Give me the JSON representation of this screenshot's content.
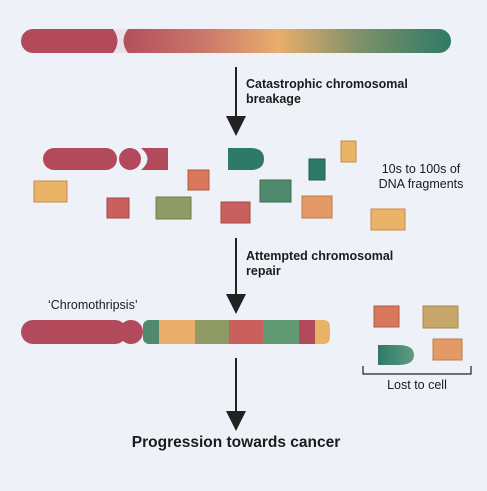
{
  "steps": {
    "breakage_label_line1": "Catastrophic chromosomal",
    "breakage_label_line2": "breakage",
    "repair_label_line1": "Attempted chromosomal",
    "repair_label_line2": "repair"
  },
  "fragments_label": {
    "line1": "10s to 100s of",
    "line2": "DNA fragments"
  },
  "chromothripsis_label": "‘Chromothripsis’",
  "lost_label": "Lost to cell",
  "outcome_label": "Progression towards cancer",
  "colors": {
    "background": "#eef2f8",
    "chromosome_red": "#b24a5c",
    "chromosome_orange": "#e9ad6c",
    "chromosome_teal": "#2e7a66",
    "fragment_salmon": "#d9775c",
    "fragment_olive": "#8f9a64",
    "fragment_tan": "#eab468",
    "arrow": "#222222"
  }
}
